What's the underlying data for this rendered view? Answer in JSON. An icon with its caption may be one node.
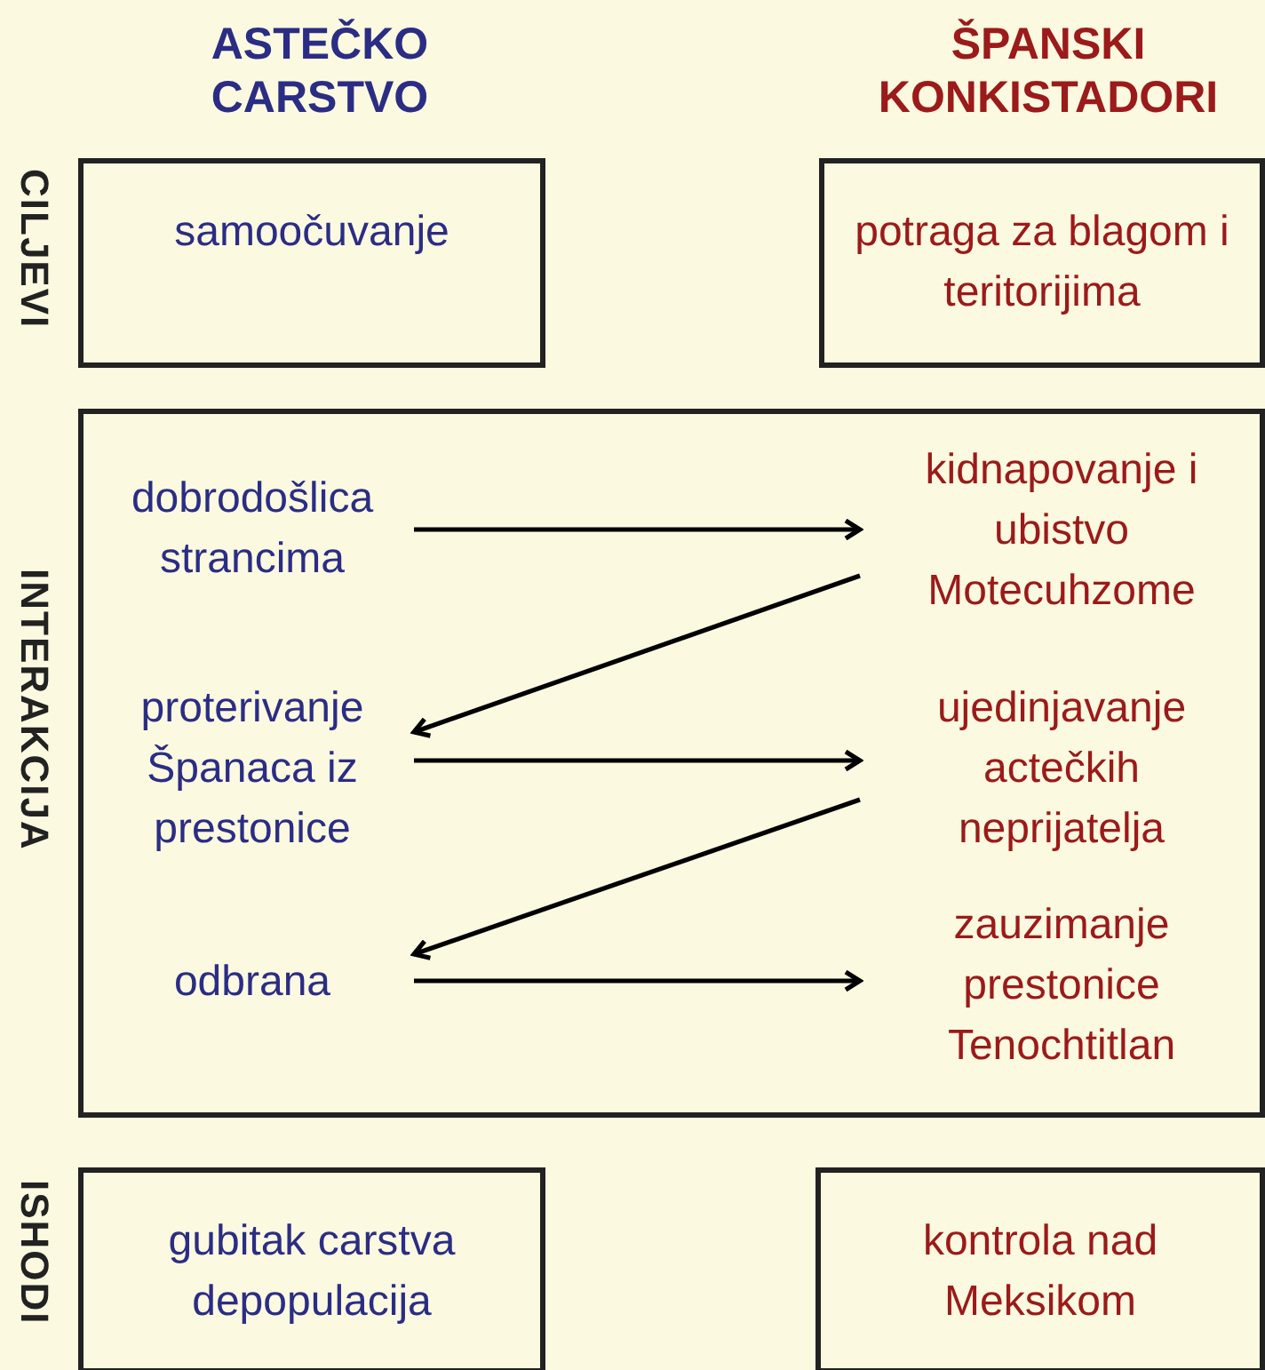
{
  "diagram": {
    "nodes": [
      {
        "text": [
          "samoočuvanje"
        ]
      },
      {
        "text": [
          "potraga za blagom i teritorijima"
        ]
      },
      {
        "text": [],
        "shape": "box"
      },
      {
        "text": [
          "dobrodošlica strancima"
        ],
        "in": 2
      },
      {
        "text": [
          "kidnapovanje i ubistvo Motecuhzome"
        ],
        "in": 2
      },
      {
        "text": [
          "proterivanje Španaca iz prestonice"
        ],
        "in": 2
      },
      {
        "text": [
          "ujedinjavanje actečkih neprijatelja"
        ],
        "in": 2
      },
      {
        "text": [
          "odbrana"
        ],
        "in": 2
      },
      {
        "text": [
          "zauzimanje prestonice Tenochtitlan"
        ],
        "in": 2
      },
      {
        "text": [
          "gubitak carstva",
          "depopulacija"
        ]
      },
      {
        "text": [
          "kontrola nad Meksikom"
        ]
      }
    ],
    "edges": [
      {
        "from": 3,
        "to": 4,
        "arrow": "to"
      },
      {
        "from": 4,
        "to": 5,
        "arrow": "to"
      },
      {
        "from": 5,
        "to": 6,
        "arrow": "to"
      },
      {
        "from": 6,
        "to": 7,
        "arrow": "to"
      },
      {
        "from": 7,
        "to": 8,
        "arrow": "to"
      }
    ],
    "labels": [
      "ASTEČKO CARSTVO",
      "ŠPANSKI KONKISTADORI",
      "CILJEVI",
      "INTERAKCIJA",
      "ISHODI"
    ]
  }
}
